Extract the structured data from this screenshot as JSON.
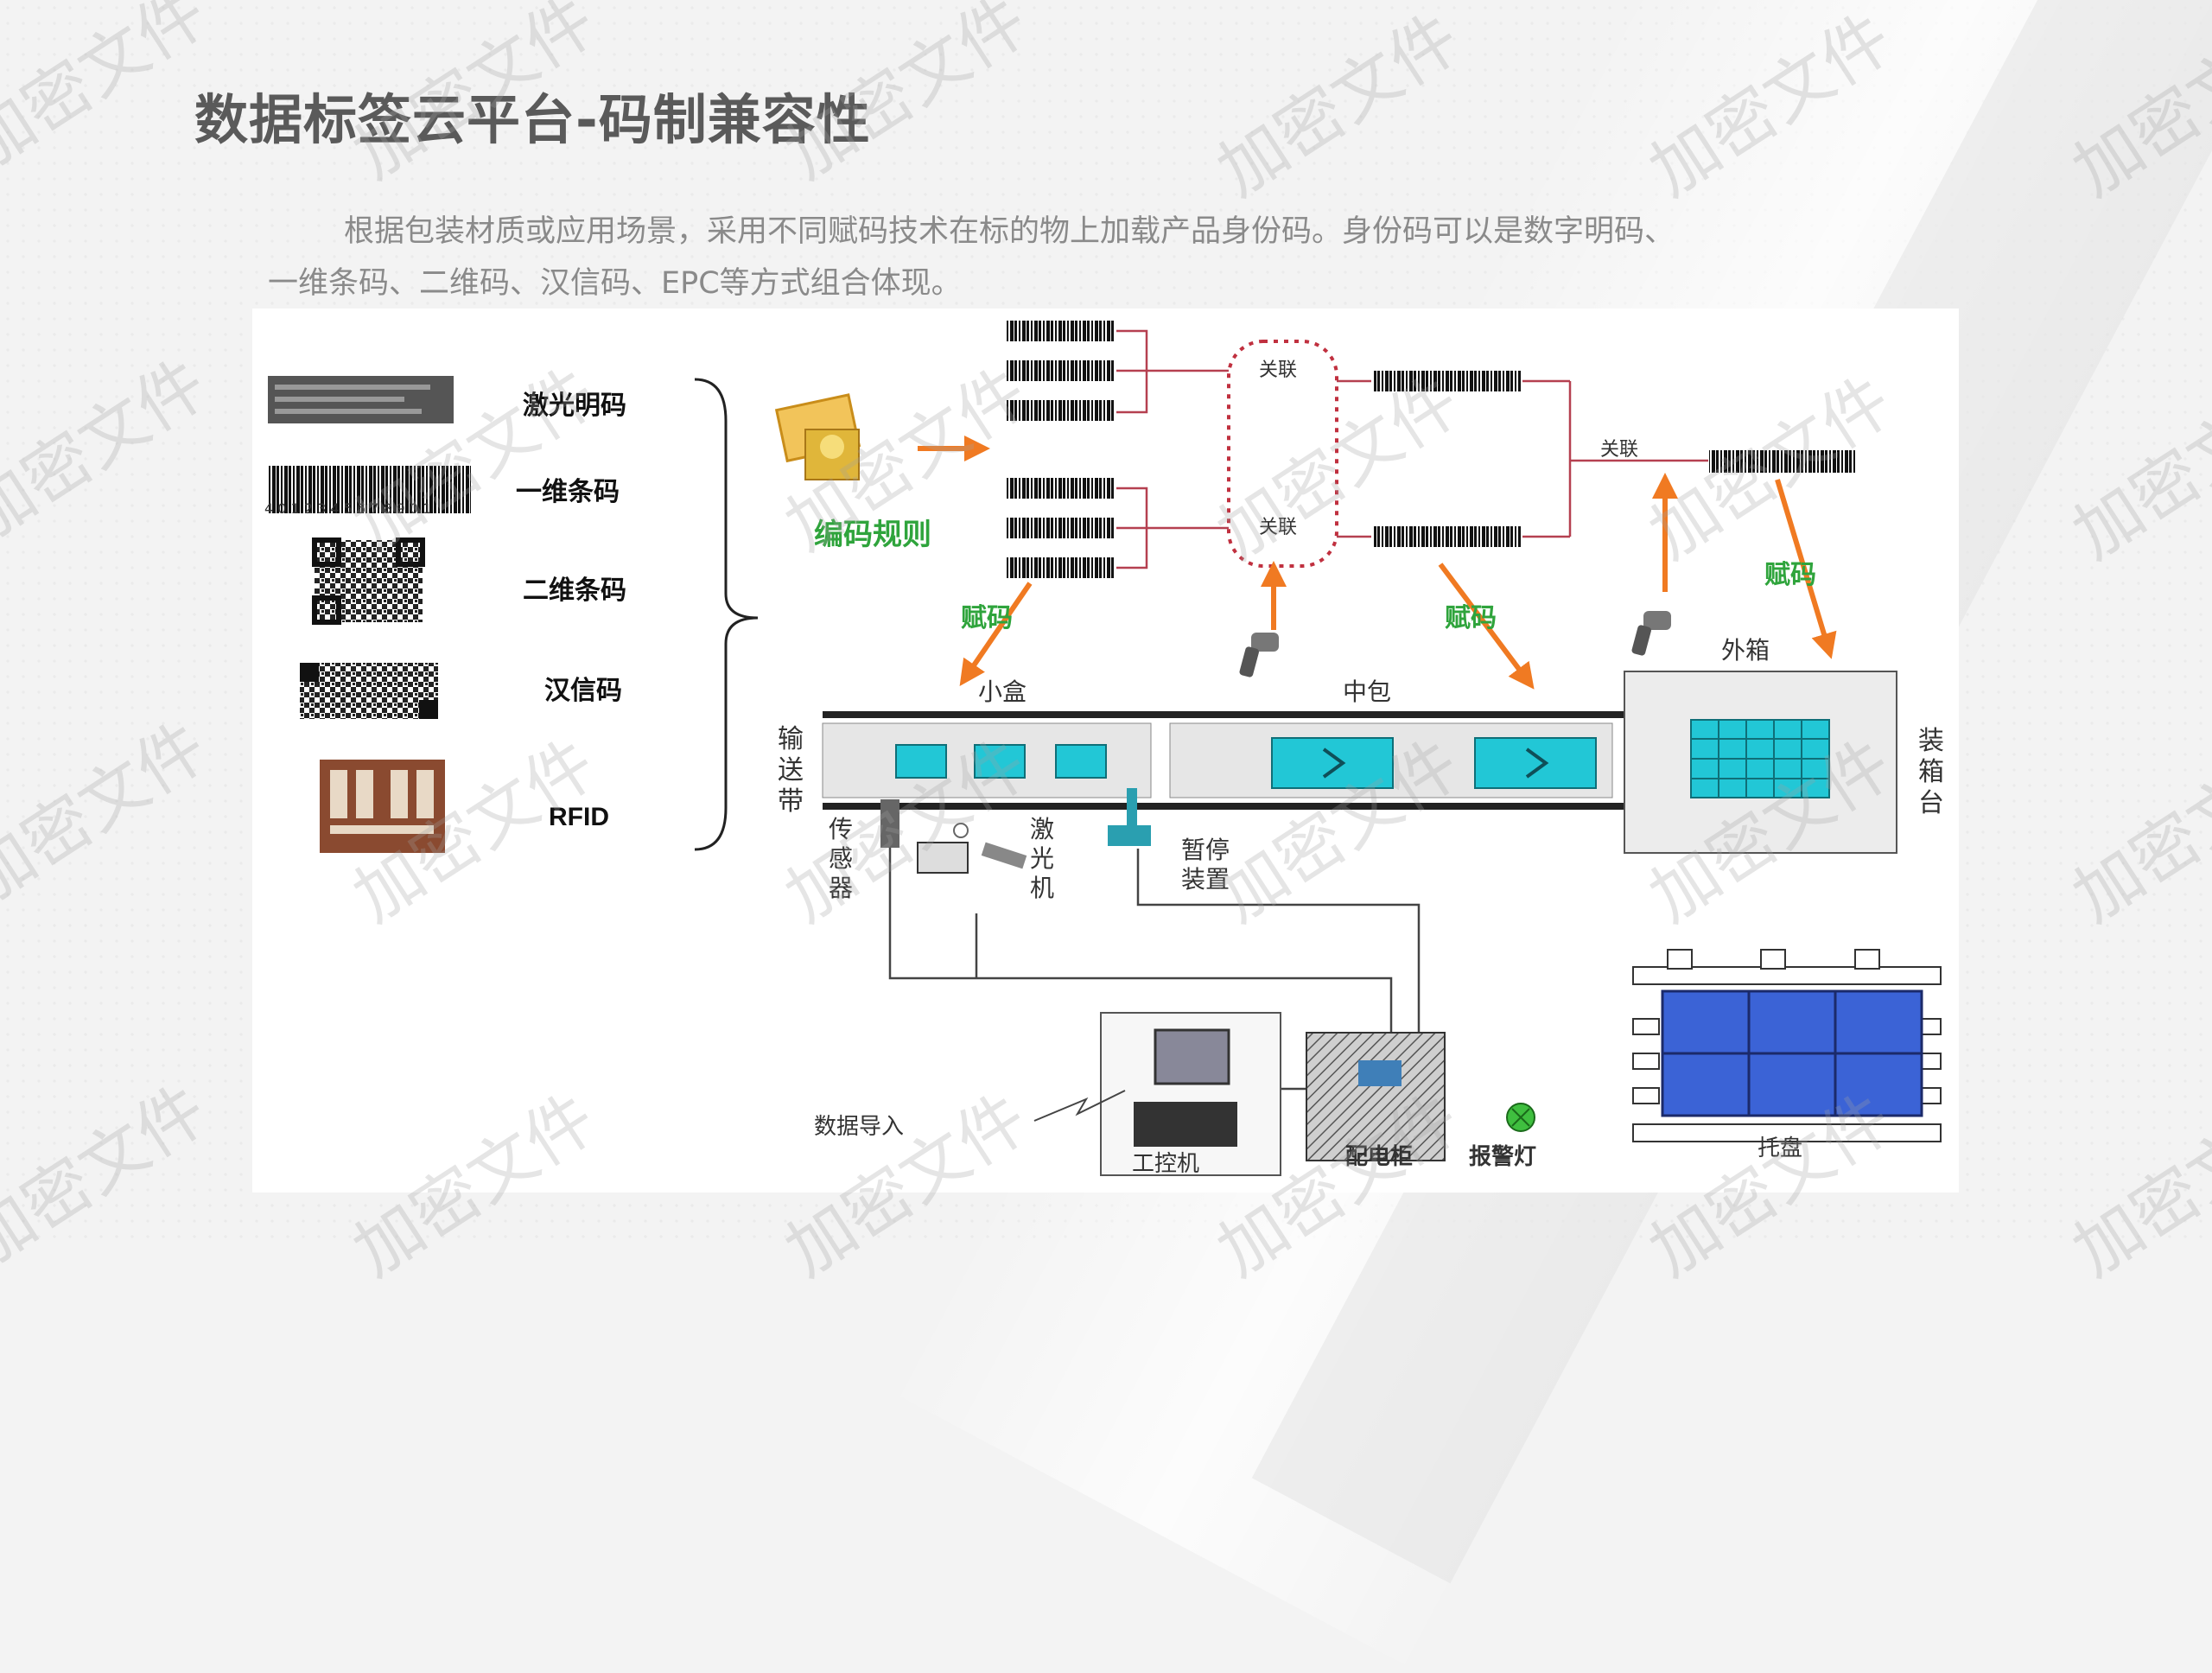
{
  "slide": {
    "title": "数据标签云平台-码制兼容性",
    "intro_line1": "根据包装材质或应用场景，采用不同赋码技术在标的物上加载产品身份码。身份码可以是数字明码、",
    "intro_line2": "一维条码、二维码、汉信码、EPC等方式组合体现。"
  },
  "diagram": {
    "code_types": [
      "激光明码",
      "一维条码",
      "二维条码",
      "汉信码",
      "RFID"
    ],
    "barcode_digits": "4 0 1 2 3 4 5 6 7 8 9 0 1",
    "encoding_rule": "编码规则",
    "associate": "关联",
    "assign_code": "赋码",
    "stations": {
      "small_box": "小盒",
      "middle_pack": "中包",
      "outer_box": "外箱",
      "conveyor": "输送带",
      "packing_table": "装箱台",
      "sensor": "传感器",
      "laser": "激光机",
      "stopper": "暂停装置",
      "ipc": "工控机",
      "cabinet": "配电柜",
      "alarm": "报警灯",
      "pallet": "托盘",
      "data_import": "数据导入"
    }
  },
  "watermark": "加密文件",
  "colors": {
    "title": "#5a5a5a",
    "green_label": "#2fa43c",
    "orange_arrow": "#f07a22",
    "associate_border": "#c0303f",
    "screen_cyan": "#22c7d6",
    "pallet_blue": "#3b63d6"
  }
}
